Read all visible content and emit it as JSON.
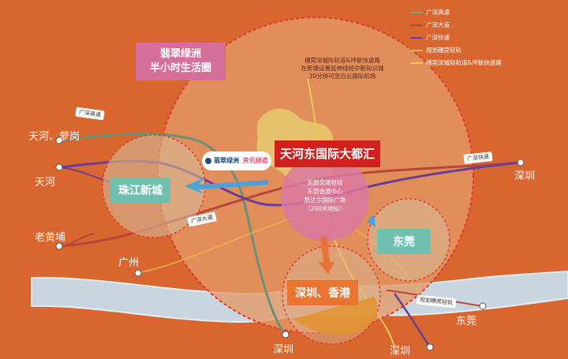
{
  "legend": [
    {
      "label": "广深高速",
      "color": "#7aa67f"
    },
    {
      "label": "广深大道",
      "color": "#b7463a"
    },
    {
      "label": "广深快速",
      "color": "#6a3f93"
    },
    {
      "label": "规划穗莞轻轨",
      "color": "#e8b24c"
    },
    {
      "label": "穗莞深城际轨道&坪新快速路",
      "color": "#f2c45a"
    }
  ],
  "title_badge": {
    "line1": "翡翠绿洲",
    "line2": "半小时生活圈"
  },
  "main_badge": "天河东国际大都汇",
  "logo_text": "翡翠绿洲",
  "logo_sub": "资讯频道",
  "note": {
    "line1": "穗莞深城际轨道&坪新快速路",
    "line2": "在新塘设置延伸线经中新知识城",
    "line3": "30分钟可至白云国际机场"
  },
  "center_info": {
    "line1": "东部交通枢纽",
    "line2": "东部会展中心",
    "line3": "凯达尔国际广场",
    "line4": "（260米地标）"
  },
  "zones": {
    "zhujiang": "珠江新城",
    "dongguan": "东莞",
    "shenzhen_hk": "深圳、香港"
  },
  "road_tags": {
    "gaosu": "广深高速",
    "dadao": "广深大道",
    "kuaisu": "广深快速",
    "qinggui": "规划穗莞轻轨"
  },
  "places": {
    "tianhe_luogang": "天河、萝岗",
    "tianhe": "天河",
    "laohuangpu": "老黄埔",
    "guangzhou": "广州",
    "shenzhen_right": "深圳",
    "dongguan_bottom": "东莞",
    "shenzhen_bottom1": "深圳",
    "shenzhen_bottom2": "深圳"
  }
}
